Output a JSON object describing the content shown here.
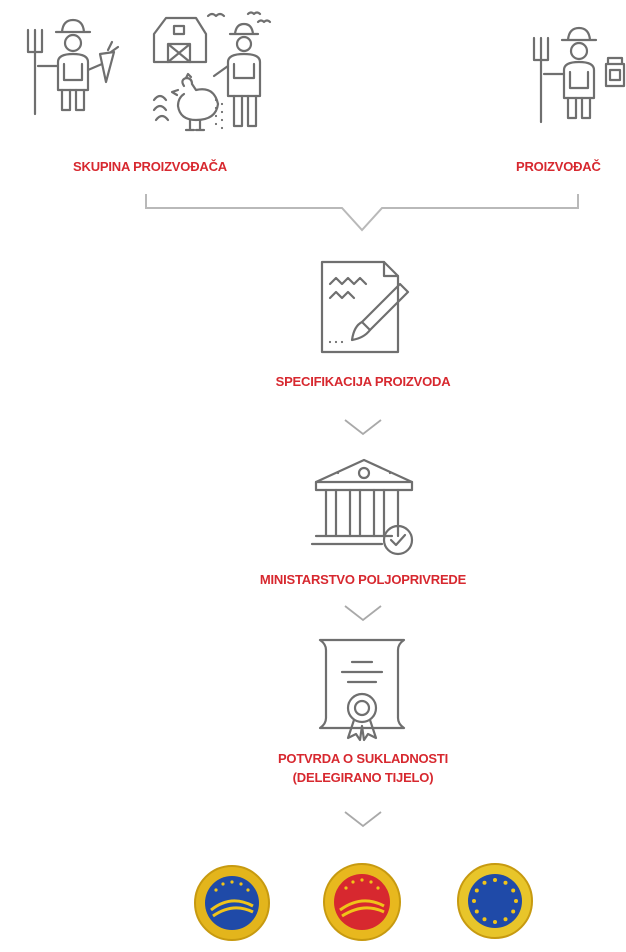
{
  "producers": {
    "group_label": "SKUPINA PROIZVOĐAČA",
    "single_label": "PROIZVOĐAČ"
  },
  "steps": [
    {
      "label": "SPECIFIKACIJA PROIZVODA",
      "icon": "document-pen-icon"
    },
    {
      "label": "MINISTARSTVO POLJOPRIVREDE",
      "icon": "ministry-building-check-icon"
    },
    {
      "label_line1": "POTVRDA O SUKLADNOSTI",
      "label_line2": "(DELEGIRANO TIJELO)",
      "icon": "certificate-icon"
    }
  ],
  "seals": [
    {
      "name": "protected-designation-of-origin",
      "ring_color": "#f0c419",
      "center_color": "#1f4aa8"
    },
    {
      "name": "protected-geographical-indication",
      "ring_color": "#f0c419",
      "center_color": "#d7282f"
    },
    {
      "name": "traditional-speciality-guaranteed",
      "ring_color": "#f0c419",
      "center_color": "#1f4aa8"
    }
  ]
}
